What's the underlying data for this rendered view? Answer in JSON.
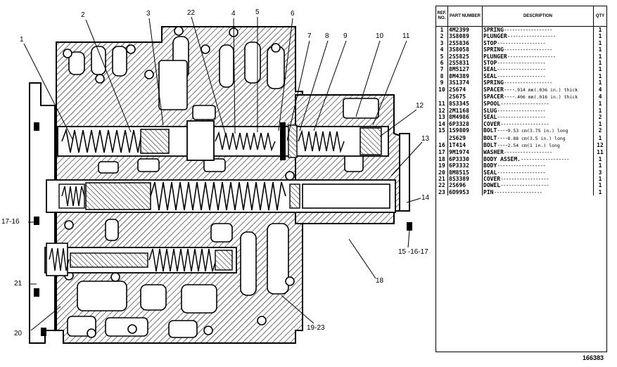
{
  "table": {
    "headers": {
      "ref": "REF. NO.",
      "part": "PART NUMBER",
      "desc": "DESCRIPTION",
      "qty": "QTY"
    },
    "rows": [
      {
        "ref": "1",
        "part": "4M2399",
        "desc": "SPRING",
        "note": "",
        "qty": "1"
      },
      {
        "ref": "2",
        "part": "3S8089",
        "desc": "PLUNGER",
        "note": "",
        "qty": "1"
      },
      {
        "ref": "3",
        "part": "2S5836",
        "desc": "STOP",
        "note": "",
        "qty": "1"
      },
      {
        "ref": "4",
        "part": "3S8058",
        "desc": "SPRING",
        "note": "",
        "qty": "1"
      },
      {
        "ref": "5",
        "part": "2S5825",
        "desc": "PLUNGER",
        "note": "",
        "qty": "1"
      },
      {
        "ref": "6",
        "part": "2S5831",
        "desc": "STOP",
        "note": "",
        "qty": "1"
      },
      {
        "ref": "7",
        "part": "8M5127",
        "desc": "SEAL",
        "note": "",
        "qty": "1"
      },
      {
        "ref": "8",
        "part": "8M4389",
        "desc": "SEAL",
        "note": "",
        "qty": "1"
      },
      {
        "ref": "9",
        "part": "3S1374",
        "desc": "SPRING",
        "note": "",
        "qty": "1"
      },
      {
        "ref": "10",
        "part": "2S674",
        "desc": "SPACER",
        "note": ".914 mm(.036 in.) thick",
        "qty": "4"
      },
      {
        "ref": "",
        "part": "2S675",
        "desc": "SPACER",
        "note": ".406 mm(.016 in.) thick",
        "qty": "4"
      },
      {
        "ref": "11",
        "part": "8S3345",
        "desc": "SPOOL",
        "note": "",
        "qty": "1"
      },
      {
        "ref": "12",
        "part": "2M1168",
        "desc": "SLUG",
        "note": "",
        "qty": "1"
      },
      {
        "ref": "13",
        "part": "8M4986",
        "desc": "SEAL",
        "note": "",
        "qty": "2"
      },
      {
        "ref": "14",
        "part": "6P3328",
        "desc": "COVER",
        "note": "",
        "qty": "1"
      },
      {
        "ref": "15",
        "part": "1S9809",
        "desc": "BOLT",
        "note": "9.53 cm(3.75 in.) long",
        "qty": "2"
      },
      {
        "ref": "",
        "part": "2S629",
        "desc": "BOLT",
        "note": "8.88 cm(3.5 in.) long",
        "qty": "1"
      },
      {
        "ref": "16",
        "part": "1T414",
        "desc": "BOLT",
        "note": "2.54 cm(1 in.) long",
        "qty": "12"
      },
      {
        "ref": "17",
        "part": "9M1974",
        "desc": "WASHER",
        "note": "",
        "qty": "11"
      },
      {
        "ref": "18",
        "part": "6P3330",
        "desc": "BODY ASSEM.",
        "note": "",
        "qty": "1"
      },
      {
        "ref": "19",
        "part": "6P3332",
        "desc": "BODY",
        "note": "",
        "qty": "1"
      },
      {
        "ref": "20",
        "part": "8M8515",
        "desc": "SEAL",
        "note": "",
        "qty": "3"
      },
      {
        "ref": "21",
        "part": "8S3389",
        "desc": "COVER",
        "note": "",
        "qty": "1"
      },
      {
        "ref": "22",
        "part": "2S696",
        "desc": "DOWEL",
        "note": "",
        "qty": "1"
      },
      {
        "ref": "23",
        "part": "6D9953",
        "desc": "PIN",
        "note": "",
        "qty": "1"
      }
    ]
  },
  "callouts": [
    "1",
    "2",
    "3",
    "22",
    "4",
    "5",
    "6",
    "7",
    "8",
    "9",
    "10",
    "11",
    "12",
    "13",
    "14",
    "17-16",
    "15 -16-17",
    "18",
    "19-23",
    "21",
    "20"
  ],
  "figure_number": "166383"
}
